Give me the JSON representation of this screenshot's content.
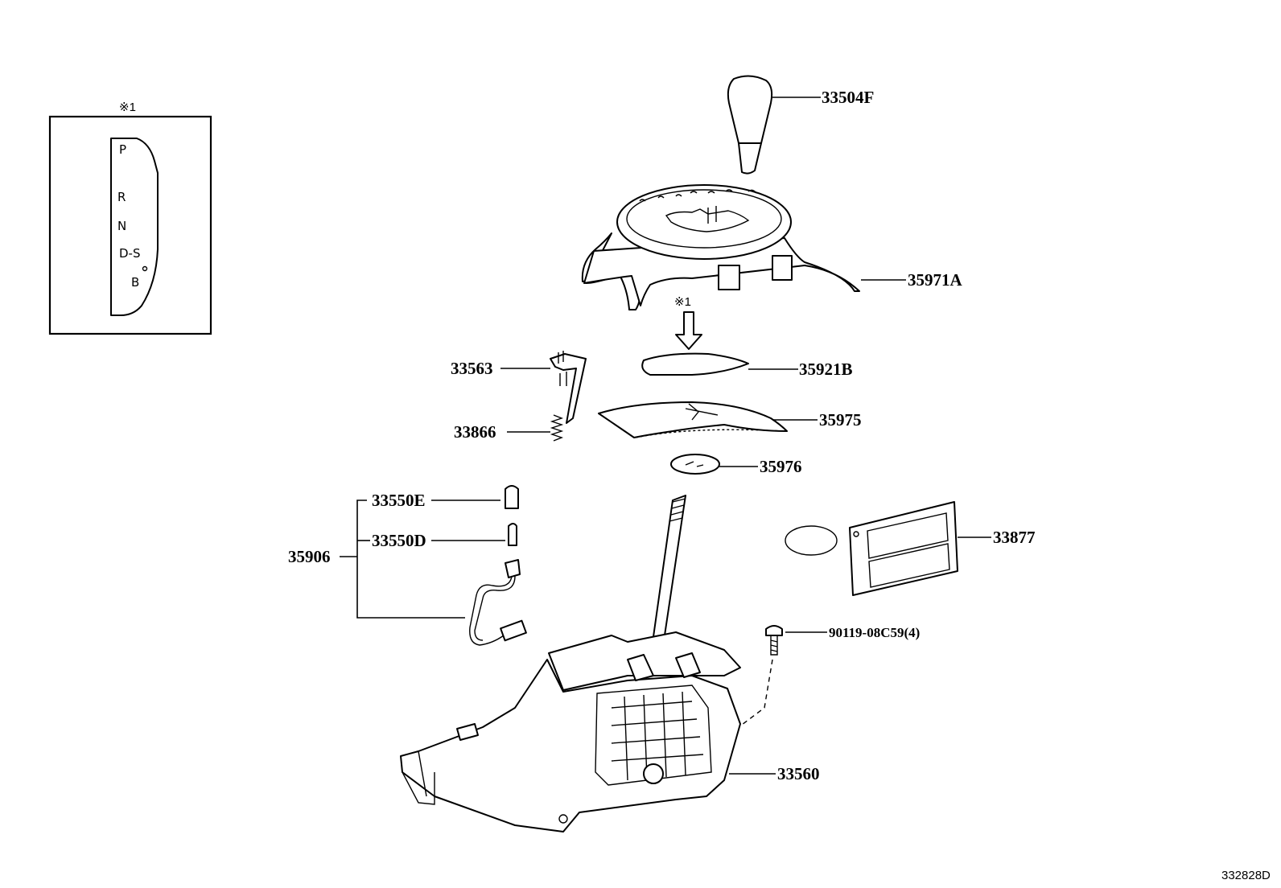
{
  "diagram": {
    "inset": {
      "note_mark": "※1",
      "indicator_letters": [
        "P",
        "R",
        "N",
        "D-S",
        "B"
      ]
    },
    "arrow_note": "※1",
    "parts": [
      {
        "id": "p33504F",
        "number": "33504F"
      },
      {
        "id": "p35971A",
        "number": "35971A"
      },
      {
        "id": "p33563",
        "number": "33563"
      },
      {
        "id": "p35921B",
        "number": "35921B"
      },
      {
        "id": "p33866",
        "number": "33866"
      },
      {
        "id": "p35975",
        "number": "35975"
      },
      {
        "id": "p35976",
        "number": "35976"
      },
      {
        "id": "p33550E",
        "number": "33550E"
      },
      {
        "id": "p33550D",
        "number": "33550D"
      },
      {
        "id": "p35906",
        "number": "35906"
      },
      {
        "id": "p33877",
        "number": "33877"
      },
      {
        "id": "p90119",
        "number": "90119-08C59(4)"
      },
      {
        "id": "p33560",
        "number": "33560"
      }
    ],
    "figure_code": "332828D"
  }
}
